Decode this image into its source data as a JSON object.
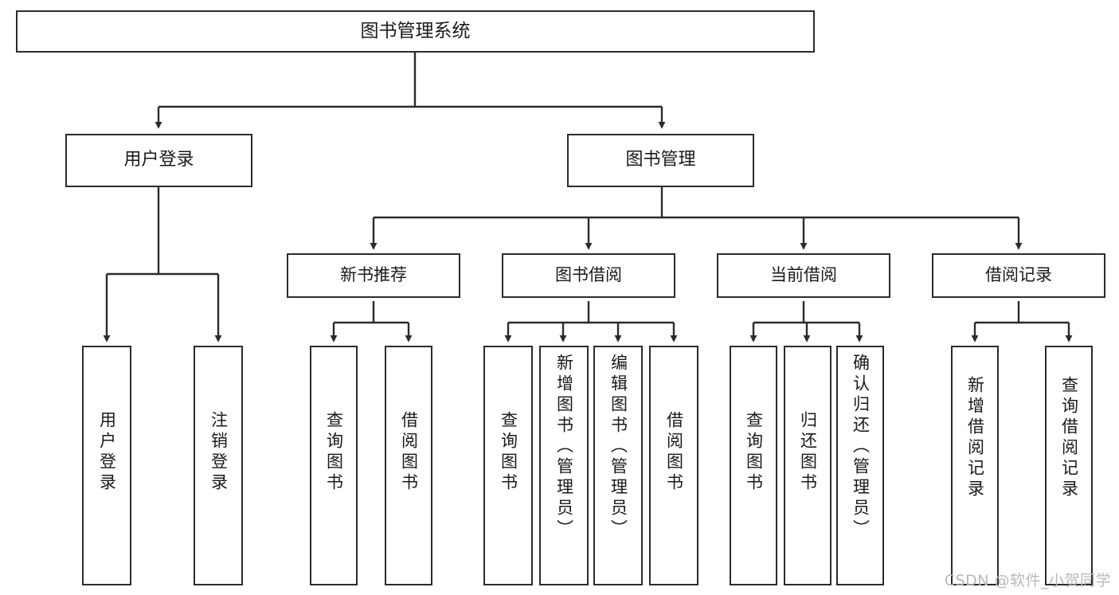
{
  "diagram": {
    "type": "tree-hierarchy",
    "title_text": "图书管理系统",
    "watermark": "CSDN @软件_小贺同学",
    "colors": {
      "stroke": "#2b2b2b",
      "fill": "#ffffff",
      "text": "#1a1a1a",
      "watermark": "#b9b9b9"
    },
    "root": {
      "label": "图书管理系统"
    },
    "level2": [
      {
        "label": "用户登录"
      },
      {
        "label": "图书管理"
      }
    ],
    "level3": [
      {
        "label": "新书推荐"
      },
      {
        "label": "图书借阅"
      },
      {
        "label": "当前借阅"
      },
      {
        "label": "借阅记录"
      }
    ],
    "leaves": {
      "user_login": [
        {
          "label": "用户登录"
        },
        {
          "label": "注销登录"
        }
      ],
      "new_book_recommend": [
        {
          "label": "查询图书"
        },
        {
          "label": "借阅图书"
        }
      ],
      "book_borrow": [
        {
          "label": "查询图书"
        },
        {
          "label": "新增图书（管理员）"
        },
        {
          "label": "编辑图书（管理员）"
        },
        {
          "label": "借阅图书"
        }
      ],
      "current_borrow": [
        {
          "label": "查询图书"
        },
        {
          "label": "归还图书"
        },
        {
          "label": "确认归还（管理员）"
        }
      ],
      "borrow_record": [
        {
          "label": "新增借阅记录"
        },
        {
          "label": "查询借阅记录"
        }
      ]
    }
  }
}
